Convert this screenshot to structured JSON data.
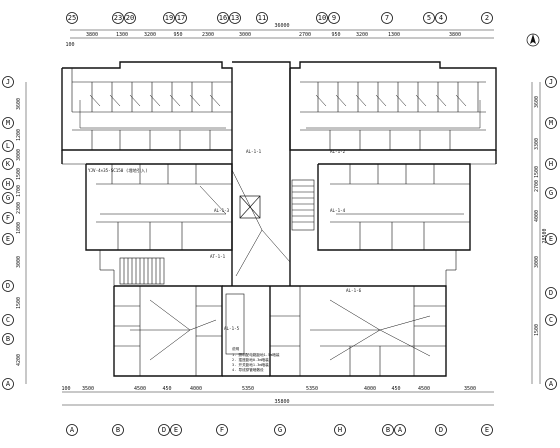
{
  "drawing": {
    "top_axes": [
      "25",
      "23",
      "20",
      "19",
      "17",
      "16",
      "13",
      "11",
      "10",
      "9",
      "7",
      "5",
      "4",
      "2"
    ],
    "bottom_axes": [
      "A",
      "B",
      "D",
      "E",
      "F",
      "G",
      "H"
    ],
    "left_axes": [
      "J",
      "M",
      "L",
      "K",
      "H",
      "G",
      "F",
      "E",
      "D",
      "C",
      "B",
      "A"
    ],
    "top_dims": [
      "3800",
      "1300",
      "3200",
      "950",
      "2300",
      "3000",
      "2700",
      "950",
      "3200",
      "1300",
      "3800"
    ],
    "top_total": "36000",
    "bottom_dims": [
      "100",
      "3500",
      "4500",
      "450",
      "4000",
      "5350",
      "5350",
      "4000",
      "450",
      "4500",
      "3500"
    ],
    "bottom_total": "35800",
    "left_dims": [
      "3600",
      "1200",
      "3000",
      "1500",
      "1700",
      "2300",
      "1800",
      "3000",
      "1500",
      "4200"
    ],
    "right_dims": [
      "3600",
      "3300",
      "1500",
      "2700",
      "4000",
      "3000",
      "1500"
    ],
    "right_total": "28500",
    "left_mark": "100",
    "feeder_note": "YJV-4×35-SC150  (埋地引入)",
    "legend_title": "说明",
    "legend_lines": [
      "1. 照明配电箱距地1.5m暗装",
      "2. 插座距地0.3m暗装",
      "3. 开关距地1.3m暗装",
      "4. 导线穿管暗敷设"
    ],
    "panel_labels": [
      "AL-1-1",
      "AL-1-2",
      "AL-1-3",
      "AL-1-4",
      "AL-1-5",
      "AL-1-6",
      "AT-1-1"
    ]
  },
  "icons": {
    "north": "north-arrow-icon"
  }
}
